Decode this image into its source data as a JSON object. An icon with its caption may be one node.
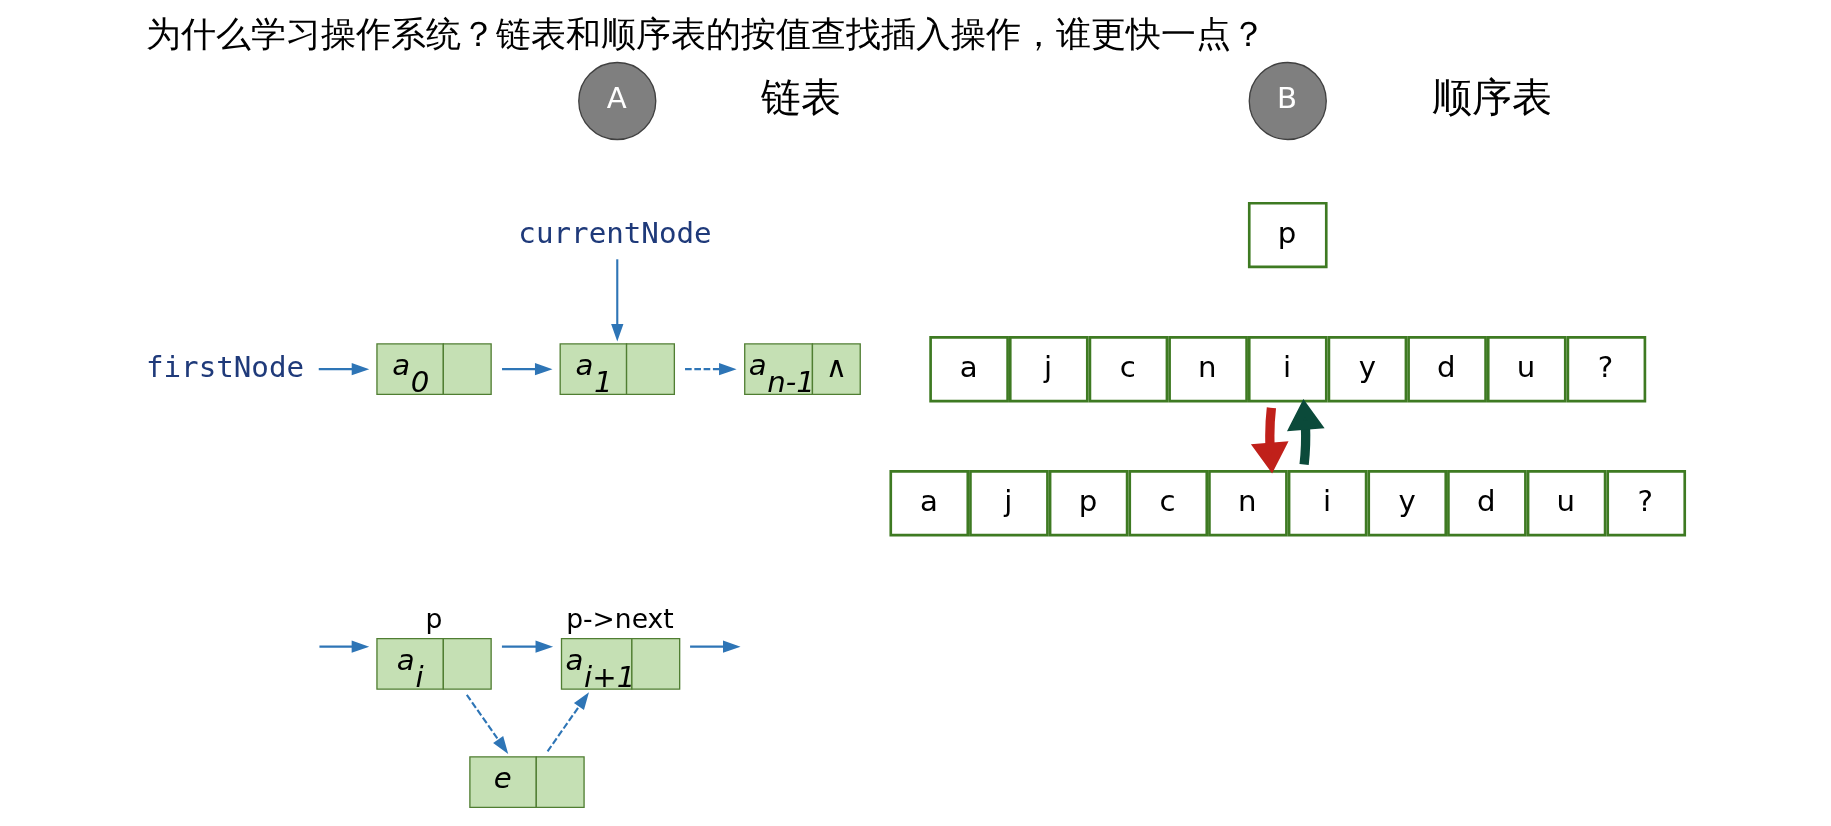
{
  "diagram": {
    "title": "为什么学习操作系统？链表和顺序表的按值查找插入操作，谁更快一点？",
    "nodes": [
      {
        "text": [
          "A"
        ],
        "beside": [
          "链表"
        ]
      },
      {
        "text": [
          "B"
        ],
        "beside": [
          "顺序表"
        ]
      },
      {
        "text": [
          "firstNode"
        ]
      },
      {
        "text": [
          "currentNode"
        ]
      },
      {
        "text": [
          "a$_{0}$"
        ]
      },
      {
        "text": [
          "a$_{1}$"
        ]
      },
      {
        "text": [
          "a$_{n-1}$",
          "∧"
        ]
      },
      {
        "text": [
          "a$_{i}$"
        ],
        "beside": [
          "p"
        ]
      },
      {
        "text": [
          "a$_{i+1}$"
        ],
        "beside": [
          "p->next"
        ]
      },
      {
        "text": [
          "e"
        ]
      },
      {
        "text": [
          "p"
        ]
      },
      {
        "text": [
          "a",
          "j",
          "c",
          "n",
          "i",
          "y",
          "d",
          "u",
          "?"
        ]
      },
      {
        "text": [
          "a",
          "j",
          "p",
          "c",
          "n",
          "i",
          "y",
          "d",
          "u",
          "?"
        ]
      }
    ],
    "edges": [
      {
        "from": 2,
        "to": 4,
        "arrow": "to"
      },
      {
        "from": 4,
        "to": 5,
        "arrow": "to"
      },
      {
        "from": 5,
        "to": 6,
        "arrow": "to",
        "style": "dashed"
      },
      {
        "from": 3,
        "to": 5,
        "arrow": "to"
      },
      {
        "from": null,
        "to": 7,
        "arrow": "to"
      },
      {
        "from": 7,
        "to": 8,
        "arrow": "to"
      },
      {
        "from": 8,
        "to": null,
        "arrow": "to"
      },
      {
        "from": 7,
        "to": 9,
        "arrow": "to",
        "style": "dashed"
      },
      {
        "from": 9,
        "to": 8,
        "arrow": "to",
        "style": "dashed"
      },
      {
        "from": 12,
        "to": 11,
        "arrow": "to",
        "style": "thick",
        "color": "#0b4a3a"
      },
      {
        "from": 11,
        "to": 12,
        "arrow": "to",
        "style": "thick",
        "color": "#c0201a"
      }
    ]
  }
}
